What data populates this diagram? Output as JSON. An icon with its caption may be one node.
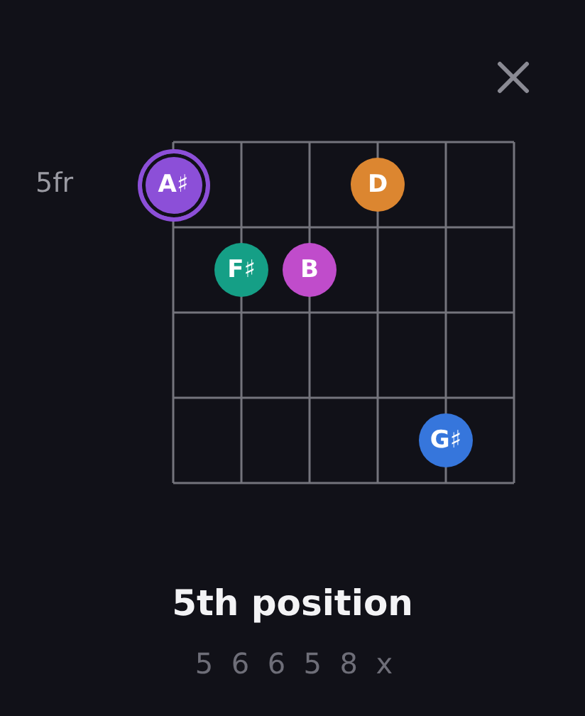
{
  "diagram": {
    "title": "5th position",
    "nodes": [
      {
        "text": [
          "A♯"
        ]
      },
      {
        "text": [
          "D"
        ]
      },
      {
        "text": [
          "F♯"
        ]
      },
      {
        "text": [
          "B"
        ]
      },
      {
        "text": [
          "G♯"
        ]
      }
    ],
    "labels": [
      "5fr",
      "5 6 6 5 8 x"
    ]
  }
}
